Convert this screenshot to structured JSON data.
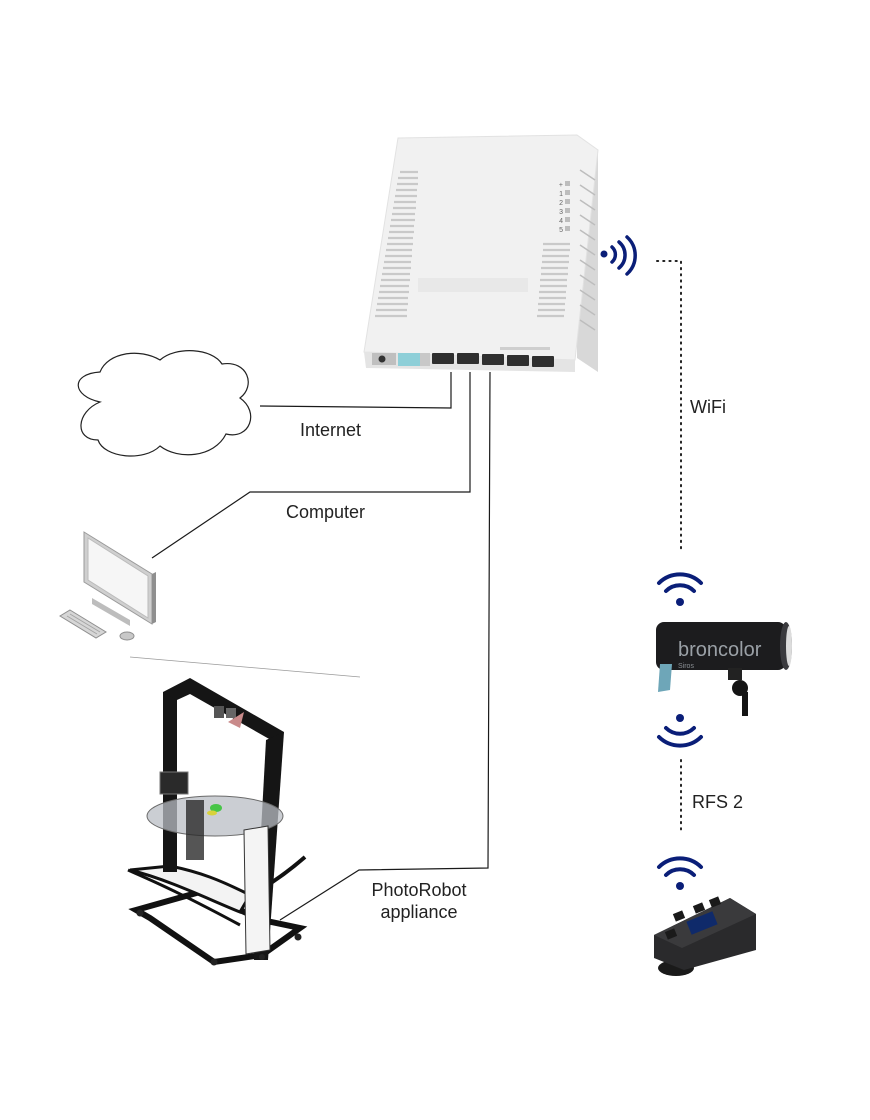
{
  "diagram": {
    "title": "PhotoRobot network setup",
    "nodes": [
      {
        "id": "router",
        "label": "",
        "kind": "router",
        "led_labels": [
          "+",
          "1",
          "2",
          "3",
          "4",
          "5"
        ]
      },
      {
        "id": "internet",
        "label": "Internet",
        "kind": "cloud"
      },
      {
        "id": "computer",
        "label": "Computer",
        "kind": "desktop-computer"
      },
      {
        "id": "photorobot",
        "label_line1": "PhotoRobot",
        "label_line2": "appliance",
        "kind": "photorobot-appliance"
      },
      {
        "id": "flash",
        "label": "",
        "kind": "studio-flash",
        "brand": "broncolor",
        "model": "Siros"
      },
      {
        "id": "transceiver",
        "label": "",
        "kind": "rfs-transceiver"
      }
    ],
    "links": [
      {
        "from": "router",
        "to": "internet",
        "label": "Internet",
        "style": "solid"
      },
      {
        "from": "router",
        "to": "computer",
        "label": "Computer",
        "style": "solid"
      },
      {
        "from": "router",
        "to": "photorobot",
        "label": "PhotoRobot appliance",
        "style": "solid"
      },
      {
        "from": "router",
        "to": "flash",
        "label": "WiFi",
        "style": "dotted"
      },
      {
        "from": "flash",
        "to": "transceiver",
        "label": "RFS 2",
        "style": "dotted"
      }
    ],
    "labels": {
      "internet": "Internet",
      "computer": "Computer",
      "photorobot_1": "PhotoRobot",
      "photorobot_2": "appliance",
      "wifi": "WiFi",
      "rfs": "RFS 2",
      "brand": "broncolor",
      "model": "Siros"
    },
    "colors": {
      "wireless_icon": "#0a1e78",
      "line": "#1a1a1a",
      "router_body": "#efefef",
      "router_accent": "#8ecfd8"
    }
  }
}
